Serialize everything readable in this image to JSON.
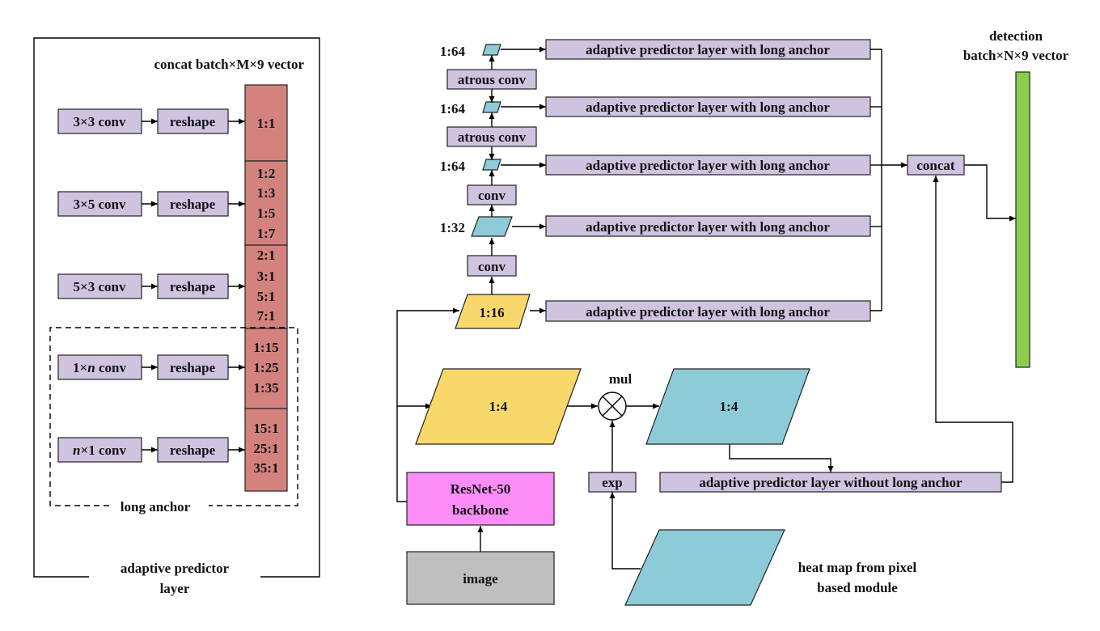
{
  "colors": {
    "lavender_box": "#cfc3e0",
    "vector_column": "#d4827e",
    "yellow_feature": "#f8d86a",
    "blue_feature": "#8ecbd8",
    "magenta_backbone": "#fc8cf8",
    "gray_image": "#bfbfbf",
    "green_vector": "#8ccd4e"
  },
  "left_panel": {
    "concat_label": "concat batch×M×9 vector",
    "rows": [
      {
        "conv": "3×3 conv",
        "reshape": "reshape",
        "ratios": [
          "1:1"
        ]
      },
      {
        "conv": "3×5 conv",
        "reshape": "reshape",
        "ratios": [
          "1:2",
          "1:3",
          "1:5",
          "1:7"
        ]
      },
      {
        "conv": "5×3 conv",
        "reshape": "reshape",
        "ratios": [
          "2:1",
          "3:1",
          "5:1",
          "7:1"
        ]
      },
      {
        "conv_pre": "1×",
        "conv_italic": "n",
        "conv_post": " conv",
        "reshape": "reshape",
        "ratios": [
          "1:15",
          "1:25",
          "1:35"
        ]
      },
      {
        "conv_pre": "",
        "conv_italic": "n",
        "conv_post": "×1 conv",
        "reshape": "reshape",
        "ratios": [
          "15:1",
          "25:1",
          "35:1"
        ]
      }
    ],
    "long_anchor_label": "long anchor",
    "caption_line1": "adaptive predictor",
    "caption_line2": "layer"
  },
  "right_panel": {
    "scale_labels": [
      "1:64",
      "1:64",
      "1:64",
      "1:32"
    ],
    "feature_1_16": "1:16",
    "atrous_conv_1": "atrous conv",
    "atrous_conv_2": "atrous conv",
    "conv_1": "conv",
    "conv_2": "conv",
    "predictors": [
      "adaptive predictor layer with long anchor",
      "adaptive predictor layer with long anchor",
      "adaptive predictor layer with long anchor",
      "adaptive predictor layer with long anchor",
      "adaptive predictor layer with long anchor"
    ],
    "concat": "concat",
    "detection_line1": "detection",
    "detection_line2": "batch×N×9 vector",
    "feature_1_4_a": "1:4",
    "mul": "mul",
    "feature_1_4_b": "1:4",
    "predictor_without": "adaptive predictor layer without long anchor",
    "exp": "exp",
    "backbone_line1": "ResNet-50",
    "backbone_line2": "backbone",
    "image": "image",
    "heatmap_line1": "heat map from pixel",
    "heatmap_line2": "based module"
  }
}
